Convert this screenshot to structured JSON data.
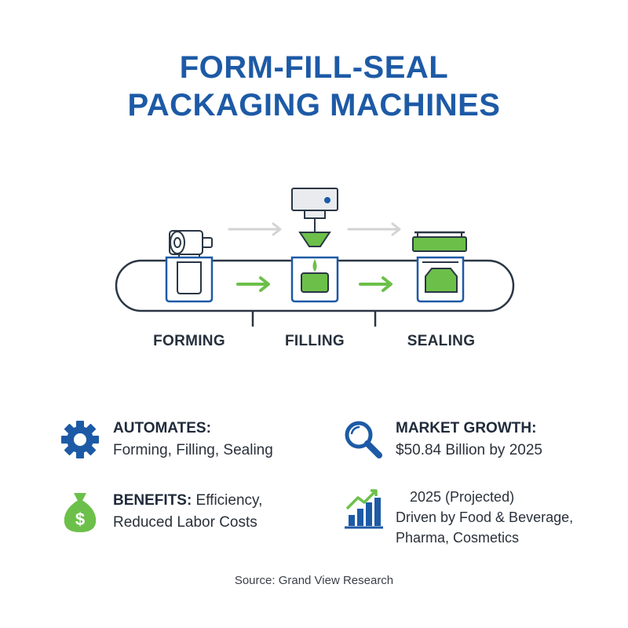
{
  "title": {
    "line1": "FORM-FILL-SEAL",
    "line2": "PACKAGING MACHINES"
  },
  "stages": [
    "FORMING",
    "FILLING",
    "SEALING"
  ],
  "colors": {
    "primary_blue": "#1d5aa6",
    "accent_green": "#6cc04a",
    "dark_text": "#1f2a3a",
    "gray_arrow": "#d5d5d5"
  },
  "info": {
    "automates": {
      "heading": "AUTOMATES:",
      "text": "Forming, Filling, Sealing",
      "icon": "gear-icon"
    },
    "market": {
      "heading": "MARKET GROWTH:",
      "text": "$50.84 Billion by 2025",
      "icon": "magnifier-icon"
    },
    "benefits": {
      "heading": "BENEFITS:",
      "text_inline": " Efficiency,",
      "text_line2": "Reduced Labor Costs",
      "icon": "money-bag-icon"
    },
    "projection": {
      "line1": "2025 (Projected)",
      "line2": "Driven by Food & Beverage,",
      "line3": "Pharma, Cosmetics",
      "icon": "bar-chart-growth-icon"
    }
  },
  "source": "Source: Grand View Research"
}
